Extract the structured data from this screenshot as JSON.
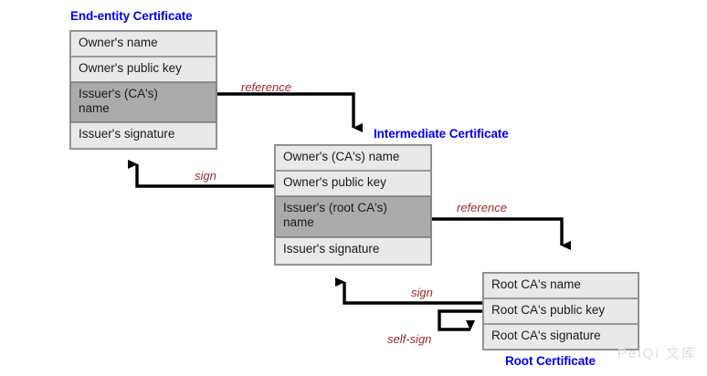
{
  "diagram": {
    "title_color": "#0000ee",
    "label_color": "#9c2a2a",
    "shaded_row_color": "#ababab",
    "light_row_color": "#e9e9e9",
    "line_color": "#000000"
  },
  "certificates": {
    "end_entity": {
      "title": "End-entity Certificate",
      "rows": [
        {
          "text": "Owner's name",
          "shaded": false
        },
        {
          "text": "Owner's public key",
          "shaded": false
        },
        {
          "text": "Issuer's (CA's)\nname",
          "shaded": true
        },
        {
          "text": "Issuer's signature",
          "shaded": false
        }
      ]
    },
    "intermediate": {
      "title": "Intermediate Certificate",
      "rows": [
        {
          "text": "Owner's (CA's) name",
          "shaded": false
        },
        {
          "text": "Owner's public key",
          "shaded": false
        },
        {
          "text": "Issuer's (root CA's)\nname",
          "shaded": true
        },
        {
          "text": "Issuer's signature",
          "shaded": false
        }
      ]
    },
    "root": {
      "title": "Root Certificate",
      "rows": [
        {
          "text": "Root CA's name",
          "shaded": false
        },
        {
          "text": "Root CA's public key",
          "shaded": false
        },
        {
          "text": "Root CA's signature",
          "shaded": false
        }
      ]
    }
  },
  "edges": [
    {
      "id": "reference-1",
      "label": "reference"
    },
    {
      "id": "sign-1",
      "label": "sign"
    },
    {
      "id": "reference-2",
      "label": "reference"
    },
    {
      "id": "sign-2",
      "label": "sign"
    },
    {
      "id": "self-sign",
      "label": "self-sign"
    }
  ],
  "watermark": {
    "text": "PeiQi 文库"
  }
}
